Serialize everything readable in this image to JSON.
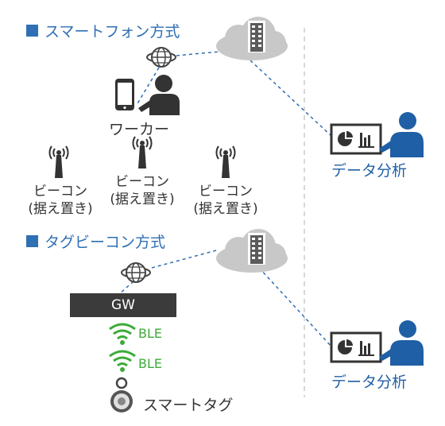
{
  "sections": [
    {
      "title": "スマートフォン方式"
    },
    {
      "title": "タグビーコン方式"
    }
  ],
  "worker": {
    "label": "ワーカー"
  },
  "beacons": [
    {
      "line1": "ビーコン",
      "line2": "(据え置き)"
    },
    {
      "line1": "ビーコン",
      "line2": "(据え置き)"
    },
    {
      "line1": "ビーコン",
      "line2": "(据え置き)"
    }
  ],
  "analysis": [
    {
      "label": "データ分析"
    },
    {
      "label": "データ分析"
    }
  ],
  "gateway": {
    "label": "GW"
  },
  "ble": [
    {
      "label": "BLE"
    },
    {
      "label": "BLE"
    }
  ],
  "tag": {
    "label": "スマートタグ"
  },
  "colors": {
    "accent": "#2f6fb3",
    "dark_blue": "#1f5fa5",
    "cloud": "#c8c8c8",
    "ble_green": "#3cab3a",
    "gateway": "#3b3b3b"
  }
}
